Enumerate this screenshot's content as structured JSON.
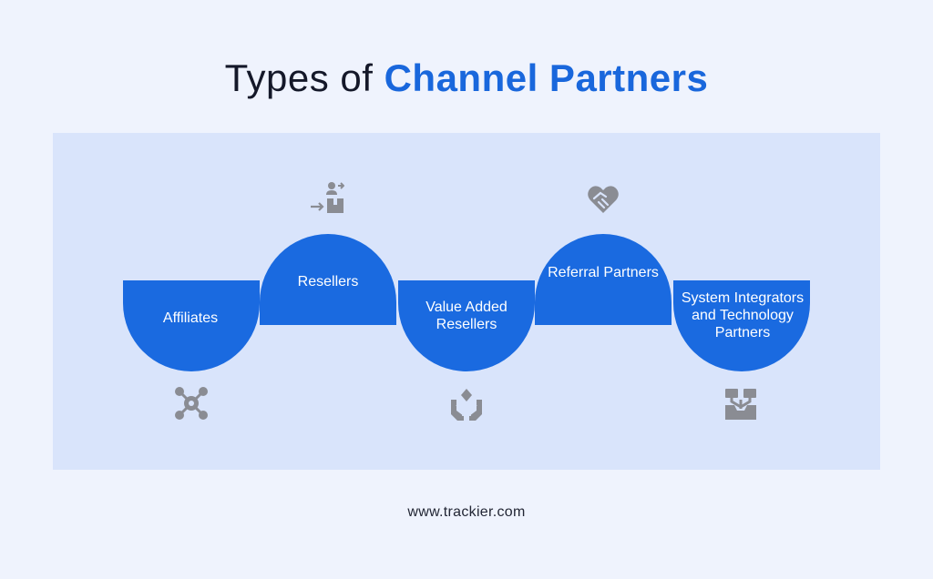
{
  "title": {
    "part1": "Types of",
    "part2": "Channel Partners"
  },
  "items": [
    {
      "label": "Affiliates",
      "icon": "network-nodes-icon"
    },
    {
      "label": "Resellers",
      "icon": "person-box-transfer-icon"
    },
    {
      "label": "Value Added Resellers",
      "icon": "hands-diamond-icon"
    },
    {
      "label": "Referral Partners",
      "icon": "handshake-heart-icon"
    },
    {
      "label": "System Integrators and Technology Partners",
      "icon": "integration-tray-icon"
    }
  ],
  "footer": {
    "website": "www.trackier.com"
  },
  "colors": {
    "background": "#eff3fd",
    "panel": "#d9e4fb",
    "accent": "#1a6ae0",
    "title_dark": "#141829",
    "title_blue": "#1967dc",
    "icon_gray": "#8a8c93"
  }
}
